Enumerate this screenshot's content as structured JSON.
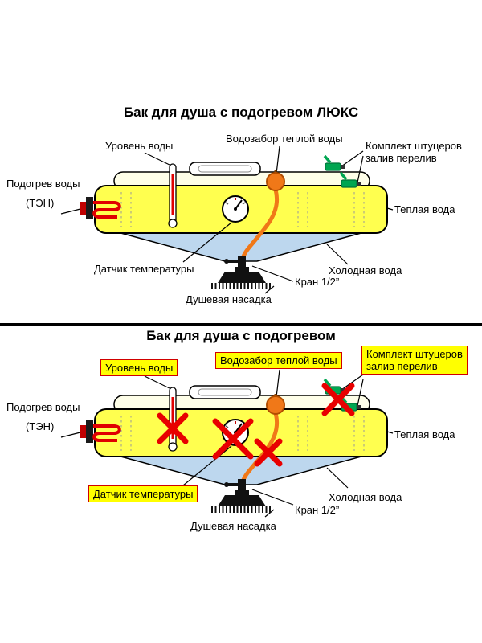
{
  "panels": [
    {
      "title": "Бак для душа с подогревом ЛЮКС",
      "highlighted": false,
      "labels": {
        "water_level": "Уровень воды",
        "warm_water_intake": "Водозабор теплой воды",
        "fittings_line1": "Комплект штуцеров",
        "fittings_line2": "залив перелив",
        "water_heating": "Подогрев воды",
        "heating_element": "(ТЭН)",
        "warm_water": "Теплая вода",
        "temperature_sensor": "Датчик температуры",
        "cold_water": "Холодная вода",
        "tap": "Кран 1/2”",
        "shower_head": "Душевая насадка"
      }
    },
    {
      "title": "Бак для душа с подогревом",
      "highlighted": true,
      "missing_features": [
        "Уровень воды",
        "Водозабор теплой воды",
        "Комплект штуцеров залив перелив",
        "Датчик температуры"
      ],
      "labels": {
        "water_level": "Уровень воды",
        "warm_water_intake": "Водозабор теплой воды",
        "fittings_line1": "Комплект штуцеров",
        "fittings_line2": "залив перелив",
        "water_heating": "Подогрев воды",
        "heating_element": "(ТЭН)",
        "warm_water": "Теплая вода",
        "temperature_sensor": "Датчик температуры",
        "cold_water": "Холодная вода",
        "tap": "Кран 1/2”",
        "shower_head": "Душевая насадка"
      }
    }
  ],
  "colors": {
    "tank_yellow": "#FFFF4F",
    "cold_water_blue": "#BDD7EE",
    "highlight_yellow": "#FFFF00",
    "highlight_border_red": "#D00000",
    "cross_red": "#E80000",
    "heater_red": "#E00000",
    "fitting_green": "#00A651",
    "hose_orange": "#F07818"
  }
}
